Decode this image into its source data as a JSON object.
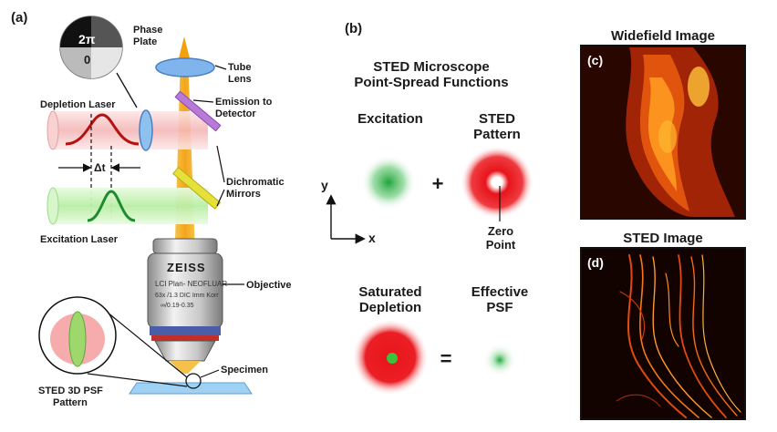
{
  "panel_a": {
    "letter": "(a)",
    "phase_plate": {
      "line1": "Phase",
      "line2": "Plate",
      "val_2pi": "2π",
      "val_0": "0"
    },
    "tube_lens": {
      "line1": "Tube",
      "line2": "Lens"
    },
    "emission": {
      "line1": "Emission to",
      "line2": "Detector"
    },
    "depletion_laser": "Depletion Laser",
    "delta_t": "Δt",
    "dichromatic": {
      "line1": "Dichromatic",
      "line2": "Mirrors"
    },
    "excitation_laser": "Excitation Laser",
    "objective_label": "Objective",
    "objective_text": {
      "brand": "ZEISS",
      "line1": "LCI Plan- NEOFLUAR",
      "line2": "63x /1.3 DIC Imm Korr",
      "line3": "∞/0.19-0.35"
    },
    "specimen": "Specimen",
    "psf3d": {
      "line1": "STED 3D PSF",
      "line2": "Pattern"
    }
  },
  "panel_b": {
    "letter": "(b)",
    "title": {
      "line1": "STED Microscope",
      "line2": "Point-Spread Functions"
    },
    "excitation": "Excitation",
    "sted_pattern": {
      "line1": "STED",
      "line2": "Pattern"
    },
    "plus": "+",
    "equals": "=",
    "axis_y": "y",
    "axis_x": "x",
    "zero_point": {
      "line1": "Zero",
      "line2": "Point"
    },
    "saturated": {
      "line1": "Saturated",
      "line2": "Depletion"
    },
    "effective": {
      "line1": "Effective",
      "line2": "PSF"
    }
  },
  "panel_c": {
    "title": "Widefield Image",
    "letter": "(c)"
  },
  "panel_d": {
    "title": "STED Image",
    "letter": "(d)"
  },
  "colors": {
    "laser_red": "#f7c9c9",
    "laser_green": "#c9f2b8",
    "emission": "#f2b21c",
    "psf_green": "#1fa53a",
    "psf_red": "#e8141b"
  }
}
